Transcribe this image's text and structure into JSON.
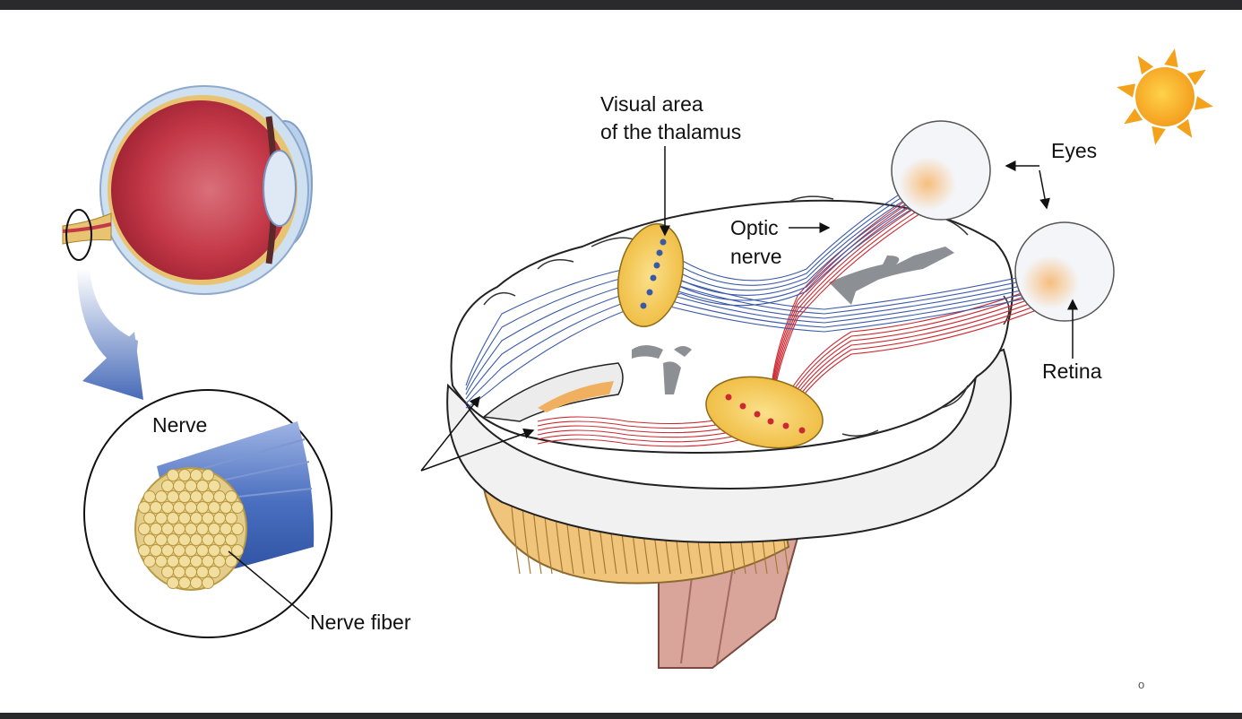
{
  "labels": {
    "visual_area_line1": "Visual area",
    "visual_area_line2": "of the thalamus",
    "optic_line1": "Optic",
    "optic_line2": "nerve",
    "eyes": "Eyes",
    "retina": "Retina",
    "nerve": "Nerve",
    "nerve_fiber": "Nerve fiber"
  },
  "page_marker": "o",
  "icons": {
    "sun": "sun-icon"
  },
  "colors": {
    "eyeball_red": "#c43848",
    "nerve_blue": "#3f66b8",
    "fiber_yellow": "#f2dfa0",
    "thalamus_yellow": "#f3c23c",
    "optic_blue": "#3a5aa8",
    "optic_red": "#cc2a32",
    "sun_orange": "#f4a21c",
    "cerebellum": "#f0c47a",
    "brainstem": "#d9a59a"
  }
}
